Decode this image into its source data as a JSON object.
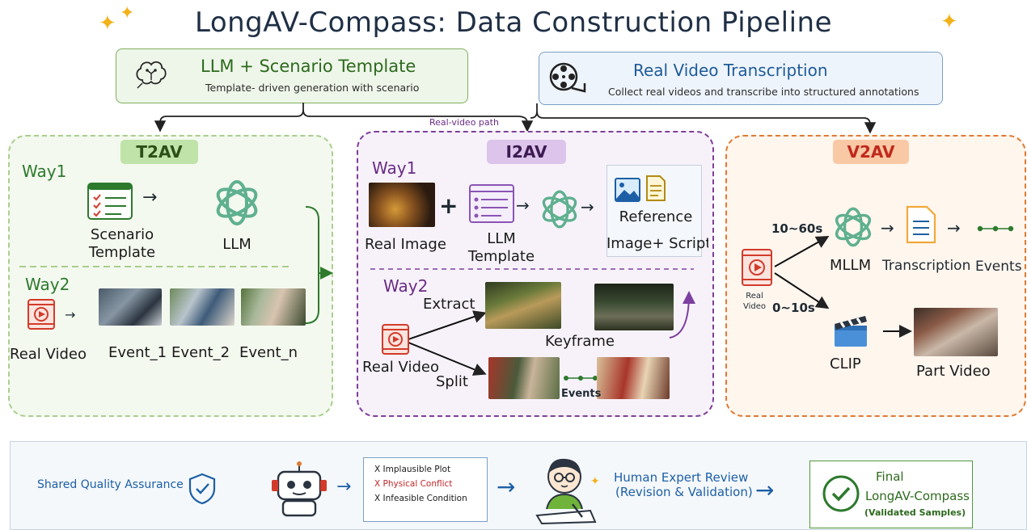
{
  "title": "LongAV-Compass: Data Construction Pipeline",
  "top_sources": {
    "llm": {
      "title": "LLM + Scenario Template",
      "subtitle": "Template- driven generation with scenario"
    },
    "real": {
      "title": "Real Video Transcription",
      "subtitle": "Collect real videos and transcribe into structured annotations"
    }
  },
  "real_video_path_label": "Real-video path",
  "t2av": {
    "tag": "T2AV",
    "way1": {
      "label": "Way1",
      "scenario": "Scenario\nTemplate",
      "llm": "LLM"
    },
    "way2": {
      "label": "Way2",
      "real_video": "Real Video",
      "events": [
        "Event_1",
        "Event_2",
        "Event_n"
      ]
    }
  },
  "i2av": {
    "tag": "I2AV",
    "way1": {
      "label": "Way1",
      "real_image": "Real Image",
      "plus": "+",
      "llm_template": "LLM\nTemplate",
      "reference": "Reference",
      "image_script": "Image+ Script"
    },
    "way2": {
      "label": "Way2",
      "real_video": "Real Video",
      "extract": "Extract",
      "split": "Split",
      "keyframe": "Keyframe",
      "events": "Events"
    }
  },
  "v2av": {
    "tag": "V2AV",
    "real_video": "Real\nVideo",
    "long_range": "10~60s",
    "short_range": "0~10s",
    "mllm": "MLLM",
    "transcription": "Transcription",
    "events": "Events",
    "clip": "CLIP",
    "part_video": "Part Video"
  },
  "qa": {
    "label": "Shared Quality Assurance",
    "checks": [
      {
        "text": "X Implausible Plot",
        "color": "#1a1a1a"
      },
      {
        "text": "X Physical Conflict",
        "color": "#c0282a"
      },
      {
        "text": "X Infeasible Condition",
        "color": "#1a1a1a"
      }
    ],
    "human_title": "Human Expert Review",
    "human_sub": "(Revision & Validation)",
    "final_title": "Final",
    "final_name": "LongAV-Compass",
    "final_sub": "(Validated Samples)"
  },
  "colors": {
    "green": "#2d7a2d",
    "purple": "#6a2c86",
    "orange": "#e07a33",
    "blue": "#1d5fa5",
    "red": "#d23b2b"
  }
}
